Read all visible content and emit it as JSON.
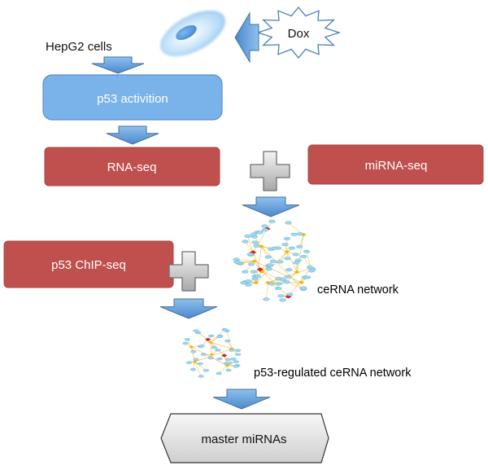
{
  "cell": {
    "label": "HepG2 cells"
  },
  "treatment": {
    "label": "Dox"
  },
  "steps": {
    "activation": "p53 activition",
    "rna_seq": "RNA-seq",
    "mirna_seq": "miRNA-seq",
    "chip_seq": "p53 ChIP-seq"
  },
  "networks": {
    "cerna": "ceRNA network",
    "regulated": "p53-regulated ceRNA network"
  },
  "output": {
    "label": "master miRNAs"
  },
  "colors": {
    "arrow_fill": "#5b9bd5",
    "arrow_stroke": "#41719c",
    "activation_box": "#7ab3ea",
    "seq_box": "#c0504d",
    "plus_fill": "#c8c8c8",
    "node_blue": "#9dd8f0",
    "node_yellow": "#f5b800",
    "node_red": "#d42020",
    "hexagon_fill": "#e9e9e9"
  }
}
